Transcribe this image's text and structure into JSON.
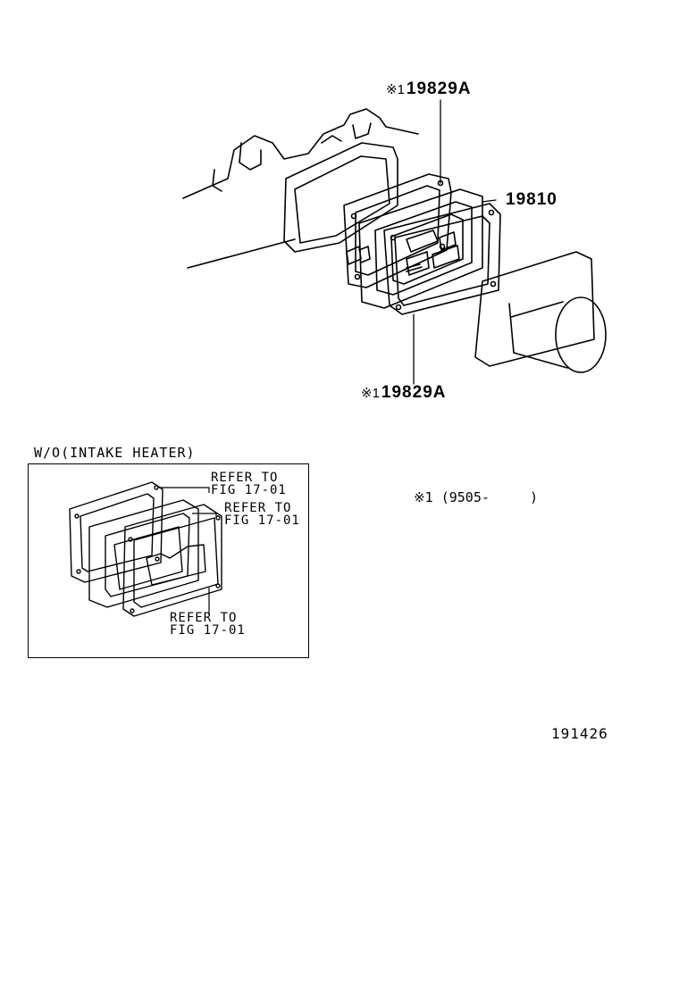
{
  "callouts": {
    "top_part": {
      "mark": "※1",
      "number": "19829A"
    },
    "heater_part": {
      "number": "19810"
    },
    "bottom_part": {
      "mark": "※1",
      "number": "19829A"
    }
  },
  "inset": {
    "title": "W/O(INTAKE HEATER)",
    "refs": [
      {
        "line1": "REFER TO",
        "line2": "FIG 17-01"
      },
      {
        "line1": "REFER TO",
        "line2": "FIG 17-01"
      },
      {
        "line1": "REFER TO",
        "line2": "FIG 17-01"
      }
    ]
  },
  "footnote": {
    "mark": "※1",
    "text": "(9505-     )"
  },
  "diagram_id": "191426"
}
